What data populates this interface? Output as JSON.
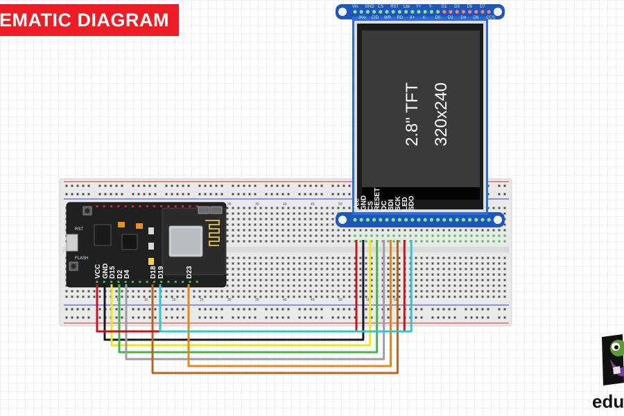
{
  "banner": {
    "text": "EMATIC DIAGRAM"
  },
  "display": {
    "size_label": "2.8\" TFT",
    "resolution_label": "320x240",
    "pins_bottom": [
      "Vcc",
      "GND",
      "CS",
      "RESET",
      "DC",
      "SDI",
      "SCK",
      "LED",
      "SDO"
    ],
    "pins_top": [
      "Vin",
      "3Vo",
      "GND",
      "C/D",
      "CS",
      "WR",
      "RST",
      "RD",
      "Lite",
      "X+",
      "Y+",
      "X-",
      "Y-",
      "D0",
      "D1",
      "D2",
      "D3",
      "D4",
      "D5",
      "D6",
      "D7",
      "CCS"
    ]
  },
  "esp32": {
    "pins_bottom": [
      "VCC",
      "GND",
      "D15",
      "D2",
      "D4",
      "D18",
      "D19",
      "D23"
    ],
    "rst_label": "RST",
    "flash_label": "FLASH"
  },
  "wiring": [
    {
      "from": "VCC",
      "to": "Vcc",
      "color": "#c4161c"
    },
    {
      "from": "GND",
      "to": "GND",
      "color": "#1a1a1a"
    },
    {
      "from": "D15",
      "to": "CS",
      "color": "#f1e61c"
    },
    {
      "from": "D2",
      "to": "RESET",
      "color": "#44b649"
    },
    {
      "from": "D4",
      "to": "DC",
      "color": "#9aa0a6"
    },
    {
      "from": "D23",
      "to": "SDI",
      "color": "#e2861f"
    },
    {
      "from": "D18",
      "to": "SCK",
      "color": "#b5651d"
    },
    {
      "from": "VCC",
      "to": "LED",
      "color": "#c4161c"
    },
    {
      "from": "D19",
      "to": "SDO",
      "color": "#35c4c7"
    }
  ],
  "logo": {
    "text": "edu",
    "icon": "owl-icon"
  }
}
